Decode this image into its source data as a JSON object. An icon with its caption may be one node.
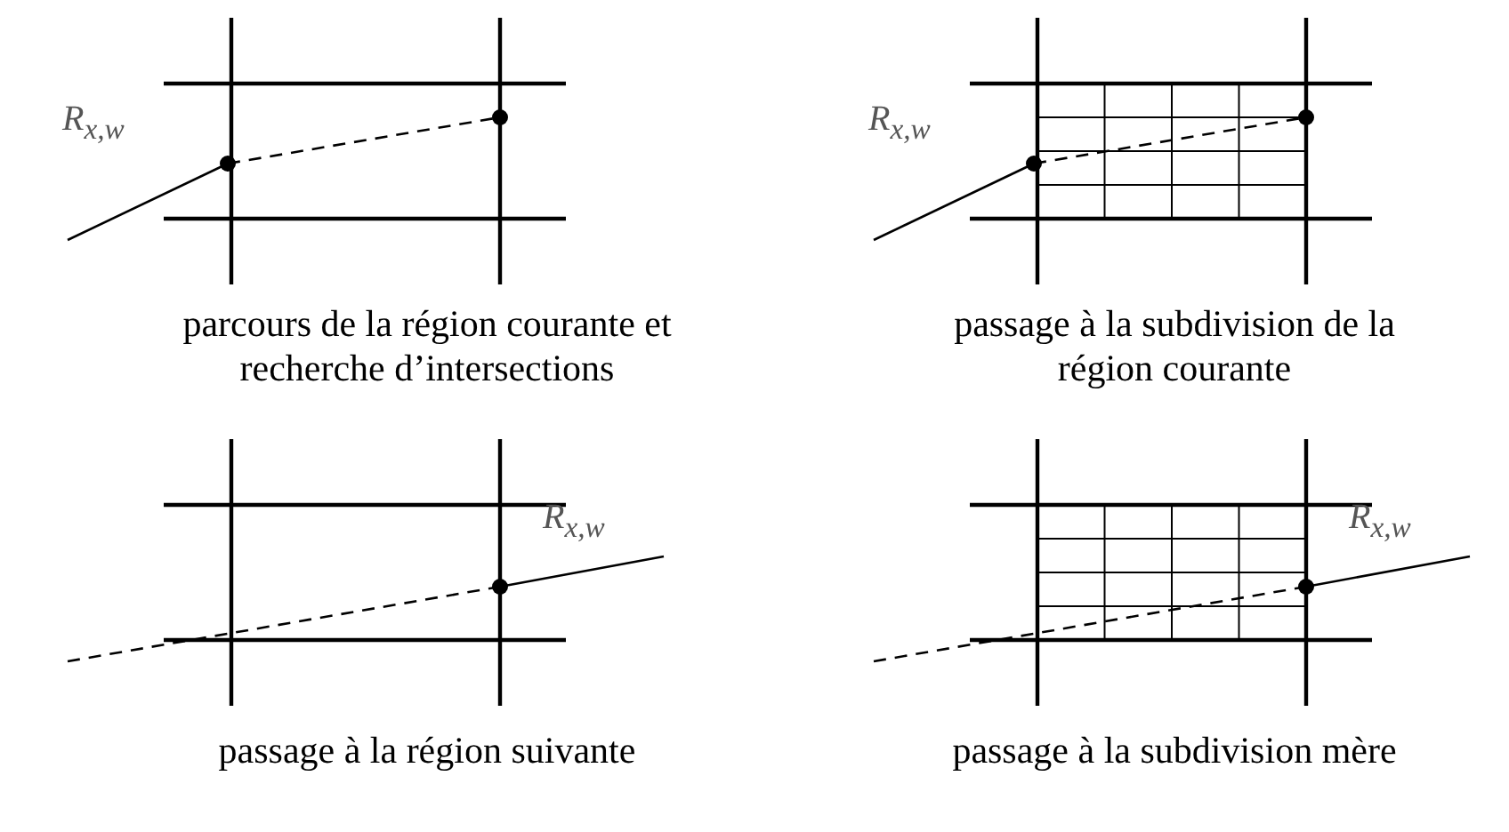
{
  "diagram": {
    "labels": [
      "R$_{x,w}$",
      "R$_{x,w}$",
      "parcours de la région courante et recherche d’intersections",
      "passage à la subdivision de la région courante",
      "R$_{x,w}$",
      "R$_{x,w}$",
      "passage à la région suivante",
      "passage à la subdivision mère"
    ]
  }
}
